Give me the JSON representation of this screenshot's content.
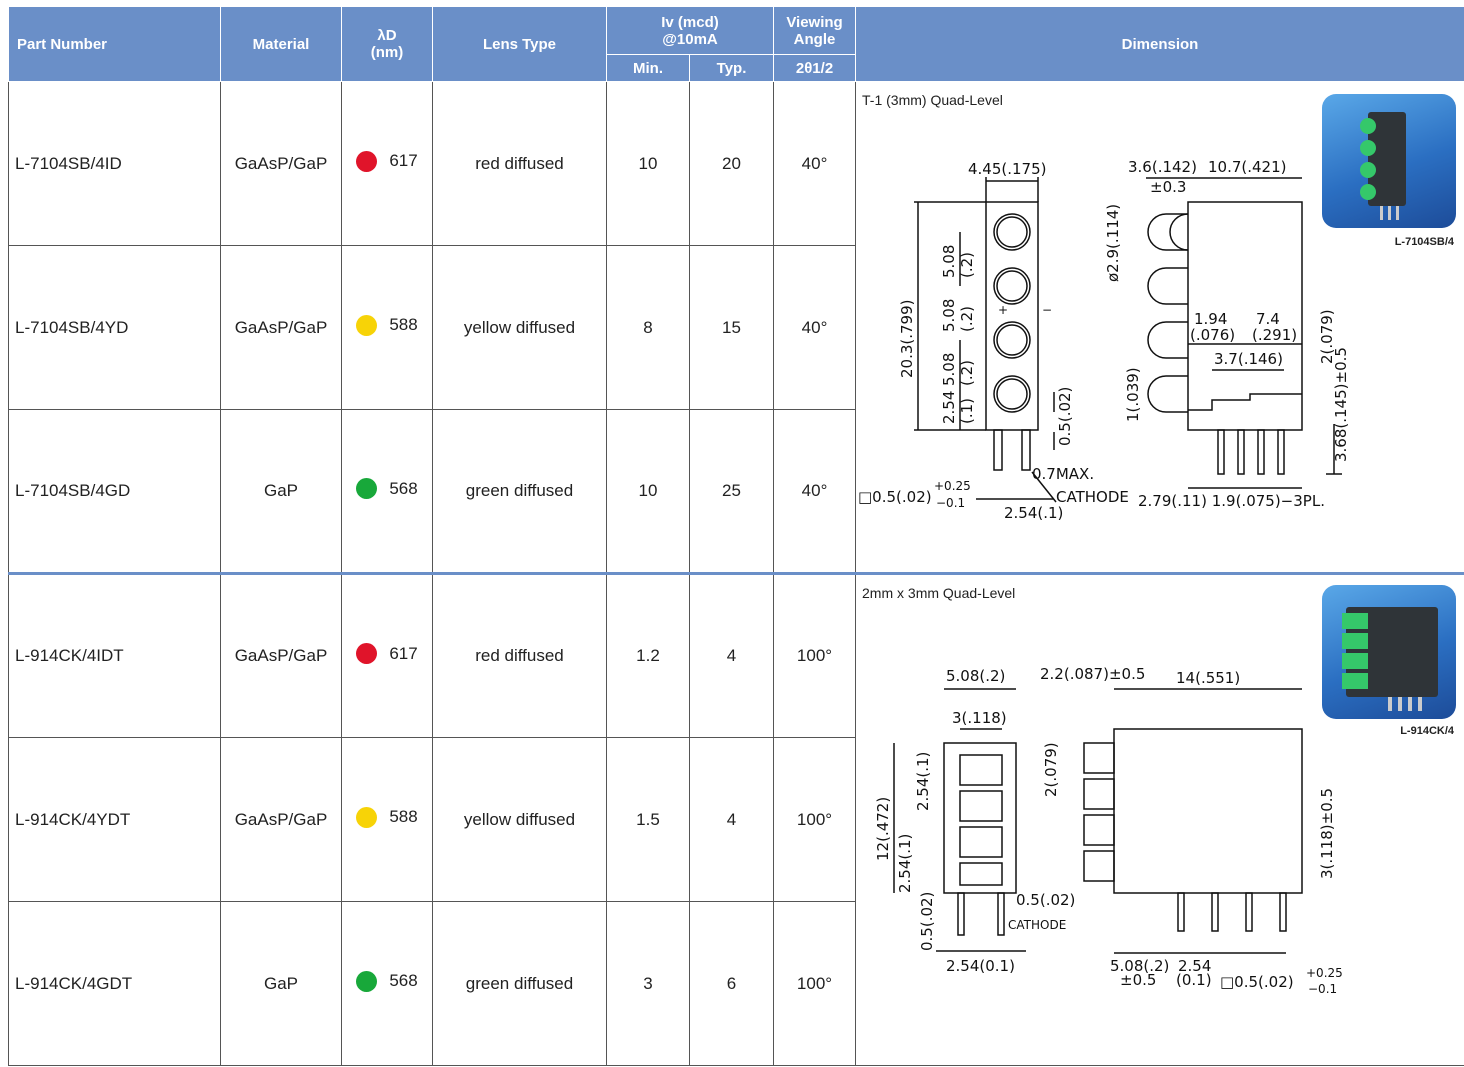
{
  "headers": {
    "part_number": "Part Number",
    "material": "Material",
    "lambda_d": "λD",
    "lambda_unit": "(nm)",
    "lens_type": "Lens Type",
    "iv": "Iv (mcd)",
    "iv_cond": "@10mA",
    "iv_min": "Min.",
    "iv_typ": "Typ.",
    "viewing": "Viewing",
    "angle": "Angle",
    "angle_sym": "2θ1/2",
    "dimension": "Dimension"
  },
  "colors": {
    "header_bg": "#6a8fc8",
    "red": "#e0142a",
    "yellow": "#f7d307",
    "green": "#18a83a"
  },
  "rows": [
    {
      "part": "L-7104SB/4ID",
      "material": "GaAsP/GaP",
      "color": "red",
      "wavelength": "617",
      "lens": "red diffused",
      "min": "10",
      "typ": "20",
      "angle": "40°"
    },
    {
      "part": "L-7104SB/4YD",
      "material": "GaAsP/GaP",
      "color": "yellow",
      "wavelength": "588",
      "lens": "yellow diffused",
      "min": "8",
      "typ": "15",
      "angle": "40°"
    },
    {
      "part": "L-7104SB/4GD",
      "material": "GaP",
      "color": "green",
      "wavelength": "568",
      "lens": "green diffused",
      "min": "10",
      "typ": "25",
      "angle": "40°"
    },
    {
      "part": "L-914CK/4IDT",
      "material": "GaAsP/GaP",
      "color": "red",
      "wavelength": "617",
      "lens": "red diffused",
      "min": "1.2",
      "typ": "4",
      "angle": "100°"
    },
    {
      "part": "L-914CK/4YDT",
      "material": "GaAsP/GaP",
      "color": "yellow",
      "wavelength": "588",
      "lens": "yellow diffused",
      "min": "1.5",
      "typ": "4",
      "angle": "100°"
    },
    {
      "part": "L-914CK/4GDT",
      "material": "GaP",
      "color": "green",
      "wavelength": "568",
      "lens": "green diffused",
      "min": "3",
      "typ": "6",
      "angle": "100°"
    }
  ],
  "groups": [
    {
      "title": "T-1 (3mm) Quad-Level",
      "thumb_label": "L-7104SB/4",
      "dims": {
        "width": "4.45(.175)",
        "height": "20.3(.799)",
        "pitch1": "5.08",
        "pitch1i": "(.2)",
        "pitch2": "5.08",
        "pitch2i": "(.2)",
        "pitch3": "5.08",
        "pitch3i": "(.2)",
        "base": "2.54",
        "basei": "(.1)",
        "lead": "0.5(.02)",
        "max": "0.7MAX.",
        "sq": "□0.5(.02)",
        "tol_up": "+0.25",
        "tol_dn": "−0.1",
        "lead_pitch": "2.54(.1)",
        "cathode": "CATHODE",
        "plus": "+",
        "minus": "−",
        "top1": "3.6(.142)",
        "top2": "10.7(.421)",
        "tol03": "±0.3",
        "dia": "ø2.9(.114)",
        "d194": "1.94",
        "d076": "(.076)",
        "d74": "7.4",
        "d291": "(.291)",
        "d37": "3.7(.146)",
        "d2": "2(.079)",
        "d1": "1(.039)",
        "d368": "3.68(.145)±0.5",
        "bottom": "2.79(.11) 1.9(.075)−3PL."
      }
    },
    {
      "title": "2mm x 3mm Quad-Level",
      "thumb_label": "L-914CK/4",
      "dims": {
        "width": "5.08(.2)",
        "inner": "3(.118)",
        "height": "12(.472)",
        "p1": "2.54(.1)",
        "p2": "2.54(.1)",
        "lead_l": "0.5(.02)",
        "lead_r": "0.5(.02)",
        "cathode": "CATHODE",
        "lead_pitch": "2.54(0.1)",
        "top1": "2.2(.087)±0.5",
        "top2": "14(.551)",
        "d2": "2(.079)",
        "d3": "3(.118)±0.5",
        "b1": "5.08(.2)",
        "b1t": "±0.5",
        "b2": "2.54",
        "b2i": "(0.1)",
        "sq": "□0.5(.02)",
        "tol_up": "+0.25",
        "tol_dn": "−0.1"
      }
    }
  ]
}
